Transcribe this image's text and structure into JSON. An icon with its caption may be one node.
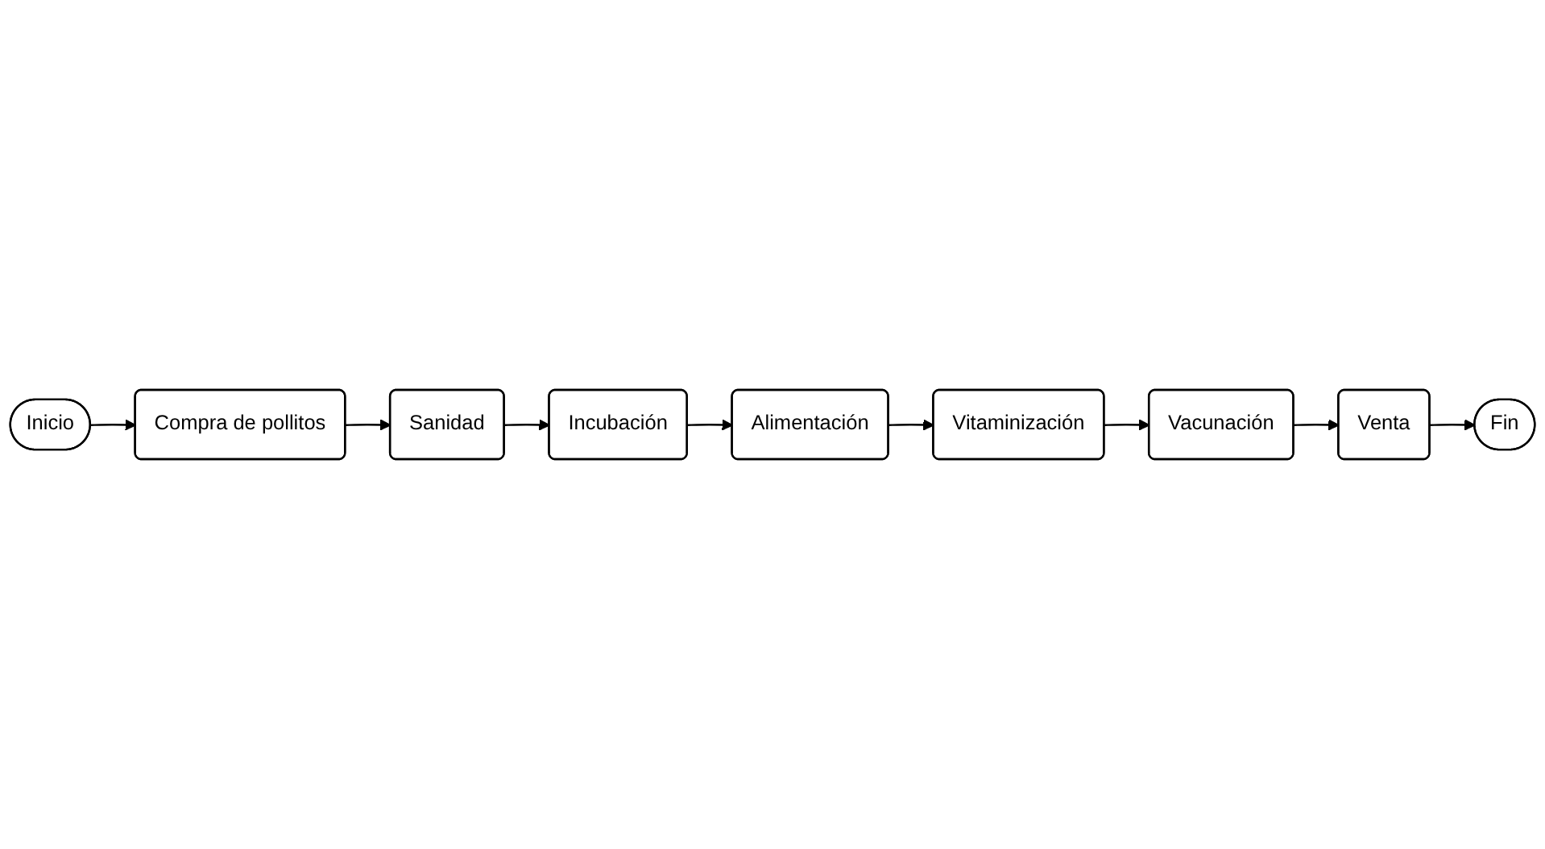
{
  "diagram": {
    "nodes": [
      {
        "text": [
          "Inicio"
        ]
      },
      {
        "text": [
          "Compra de pollitos"
        ]
      },
      {
        "text": [
          "Sanidad"
        ]
      },
      {
        "text": [
          "Incubación"
        ]
      },
      {
        "text": [
          "Alimentación"
        ]
      },
      {
        "text": [
          "Vitaminización"
        ]
      },
      {
        "text": [
          "Vacunación"
        ]
      },
      {
        "text": [
          "Venta"
        ]
      },
      {
        "text": [
          "Fin"
        ]
      }
    ],
    "edges": [
      {
        "from": 0,
        "to": 1,
        "arrow": "to"
      },
      {
        "from": 1,
        "to": 2,
        "arrow": "to"
      },
      {
        "from": 2,
        "to": 3,
        "arrow": "to"
      },
      {
        "from": 3,
        "to": 4,
        "arrow": "to"
      },
      {
        "from": 4,
        "to": 5,
        "arrow": "to"
      },
      {
        "from": 5,
        "to": 6,
        "arrow": "to"
      },
      {
        "from": 6,
        "to": 7,
        "arrow": "to"
      },
      {
        "from": 7,
        "to": 8,
        "arrow": "to"
      }
    ]
  }
}
